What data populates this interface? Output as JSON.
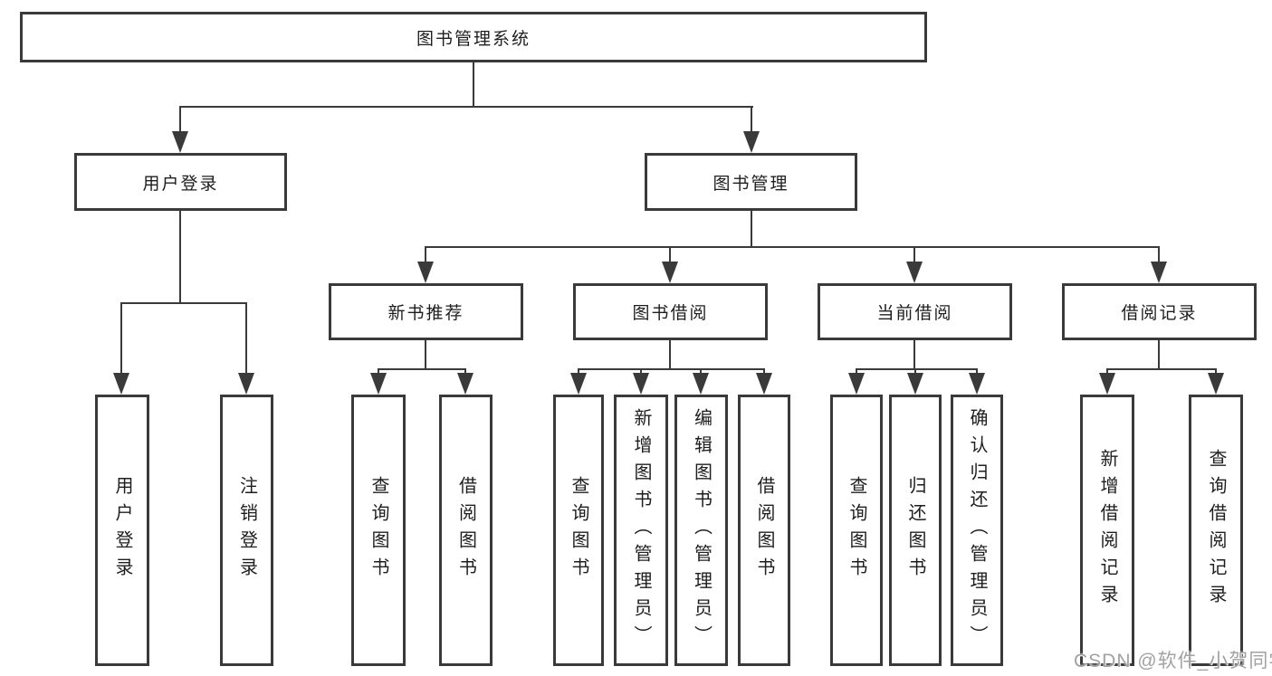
{
  "tree": {
    "root": {
      "label": "图书管理系统"
    },
    "branches": [
      {
        "label": "用户登录",
        "children": [
          {
            "label": "用户登录"
          },
          {
            "label": "注销登录"
          }
        ]
      },
      {
        "label": "图书管理",
        "children": [
          {
            "label": "新书推荐",
            "children": [
              {
                "label": "查询图书"
              },
              {
                "label": "借阅图书"
              }
            ]
          },
          {
            "label": "图书借阅",
            "children": [
              {
                "label": "查询图书"
              },
              {
                "label": "新增图书（管理员）"
              },
              {
                "label": "编辑图书（管理员）"
              },
              {
                "label": "借阅图书"
              }
            ]
          },
          {
            "label": "当前借阅",
            "children": [
              {
                "label": "查询图书"
              },
              {
                "label": "归还图书"
              },
              {
                "label": "确认归还（管理员）"
              }
            ]
          },
          {
            "label": "借阅记录",
            "children": [
              {
                "label": "新增借阅记录"
              },
              {
                "label": "查询借阅记录"
              }
            ]
          }
        ]
      }
    ]
  },
  "watermark": {
    "text": "CSDN @软件_小贺同学"
  },
  "colors": {
    "line": "#3a3a3a",
    "text": "#1e1e1e",
    "background": "#ffffff",
    "watermark": "#a2a2a2"
  }
}
